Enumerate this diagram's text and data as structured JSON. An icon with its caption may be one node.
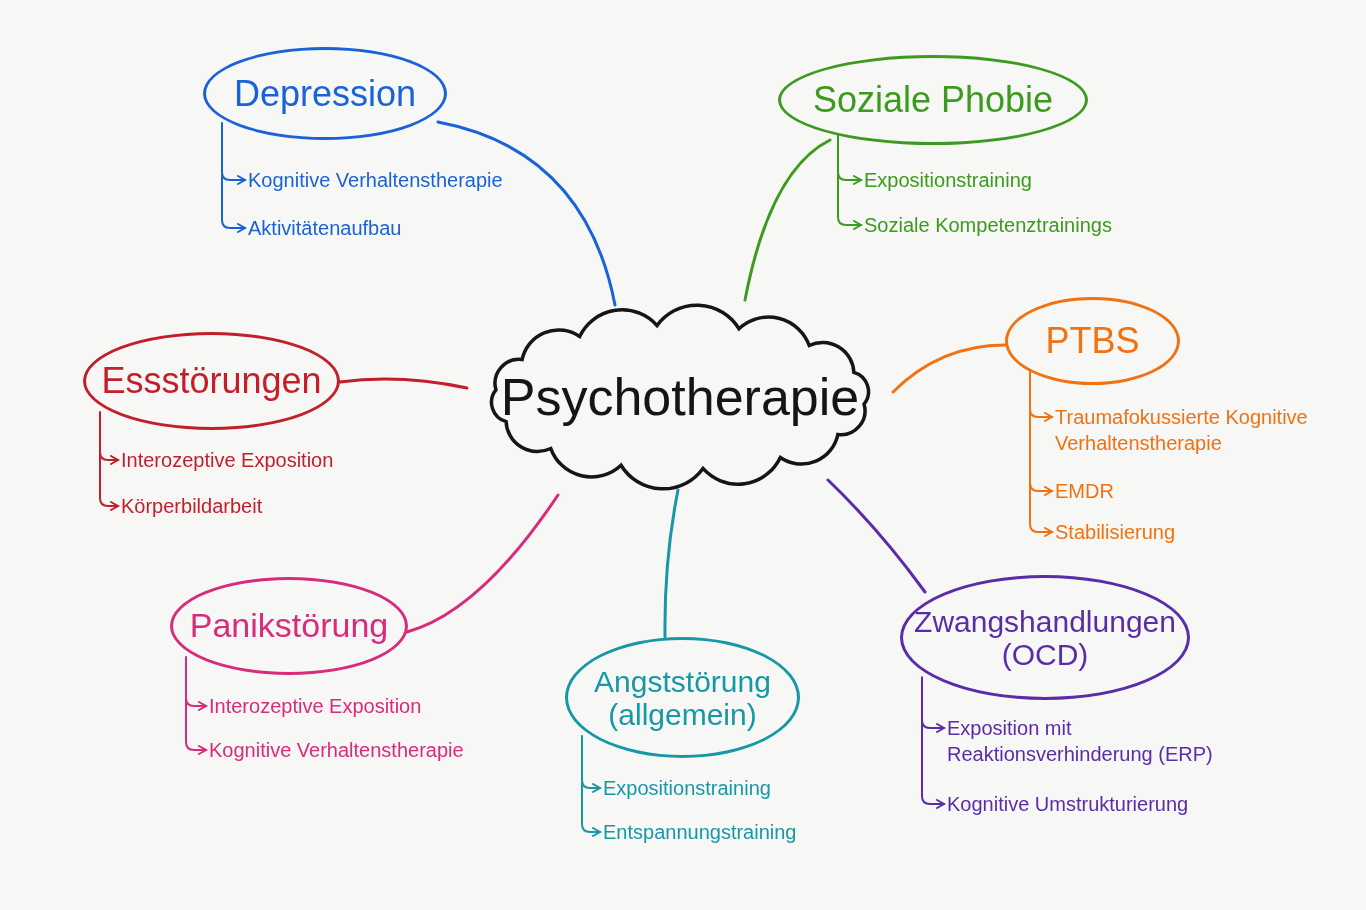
{
  "diagram": {
    "nodes": [
      {
        "text": [
          "Psychotherapie"
        ]
      },
      {
        "text": [
          "Depression"
        ]
      },
      {
        "text": [
          "Kognitive Verhaltenstherapie"
        ]
      },
      {
        "text": [
          "Aktivitätenaufbau"
        ]
      },
      {
        "text": [
          "Soziale Phobie"
        ]
      },
      {
        "text": [
          "Expositionstraining"
        ]
      },
      {
        "text": [
          "Soziale Kompetenztrainings"
        ]
      },
      {
        "text": [
          "Essstörungen"
        ]
      },
      {
        "text": [
          "Interozeptive Exposition"
        ]
      },
      {
        "text": [
          "Körperbildarbeit"
        ]
      },
      {
        "text": [
          "PTBS"
        ]
      },
      {
        "text": [
          "Traumafokussierte Kognitive Verhaltenstherapie"
        ]
      },
      {
        "text": [
          "EMDR"
        ]
      },
      {
        "text": [
          "Stabilisierung"
        ]
      },
      {
        "text": [
          "Panikstörung"
        ]
      },
      {
        "text": [
          "Interozeptive Exposition"
        ]
      },
      {
        "text": [
          "Kognitive Verhaltenstherapie"
        ]
      },
      {
        "text": [
          "Angststörung (allgemein)"
        ]
      },
      {
        "text": [
          "Expositionstraining"
        ]
      },
      {
        "text": [
          "Entspannungstraining"
        ]
      },
      {
        "text": [
          "Zwangshandlungen (OCD)"
        ]
      },
      {
        "text": [
          "Exposition mit Reaktionsverhinderung (ERP)"
        ]
      },
      {
        "text": [
          "Kognitive Umstrukturierung"
        ]
      }
    ],
    "edges": [
      {
        "from": 0,
        "to": 1,
        "arrow": "none",
        "color": "#1a62d8"
      },
      {
        "from": 1,
        "to": 2,
        "arrow": "to",
        "color": "#1a62d8"
      },
      {
        "from": 1,
        "to": 3,
        "arrow": "to",
        "color": "#1a62d8"
      },
      {
        "from": 0,
        "to": 4,
        "arrow": "none",
        "color": "#3c9a1e"
      },
      {
        "from": 4,
        "to": 5,
        "arrow": "to",
        "color": "#3c9a1e"
      },
      {
        "from": 4,
        "to": 6,
        "arrow": "to",
        "color": "#3c9a1e"
      },
      {
        "from": 0,
        "to": 7,
        "arrow": "none",
        "color": "#c21f2a"
      },
      {
        "from": 7,
        "to": 8,
        "arrow": "to",
        "color": "#c21f2a"
      },
      {
        "from": 7,
        "to": 9,
        "arrow": "to",
        "color": "#c21f2a"
      },
      {
        "from": 0,
        "to": 10,
        "arrow": "none",
        "color": "#f07212"
      },
      {
        "from": 10,
        "to": 11,
        "arrow": "to",
        "color": "#f07212"
      },
      {
        "from": 10,
        "to": 12,
        "arrow": "to",
        "color": "#f07212"
      },
      {
        "from": 10,
        "to": 13,
        "arrow": "to",
        "color": "#f07212"
      },
      {
        "from": 0,
        "to": 14,
        "arrow": "none",
        "color": "#d92b7b"
      },
      {
        "from": 14,
        "to": 15,
        "arrow": "to",
        "color": "#d92b7b"
      },
      {
        "from": 14,
        "to": 16,
        "arrow": "to",
        "color": "#d92b7b"
      },
      {
        "from": 0,
        "to": 17,
        "arrow": "none",
        "color": "#1798a6"
      },
      {
        "from": 17,
        "to": 18,
        "arrow": "to",
        "color": "#1798a6"
      },
      {
        "from": 17,
        "to": 19,
        "arrow": "to",
        "color": "#1798a6"
      },
      {
        "from": 0,
        "to": 20,
        "arrow": "none",
        "color": "#5b2ca8"
      },
      {
        "from": 20,
        "to": 21,
        "arrow": "to",
        "color": "#5b2ca8"
      },
      {
        "from": 20,
        "to": 22,
        "arrow": "to",
        "color": "#5b2ca8"
      }
    ]
  }
}
